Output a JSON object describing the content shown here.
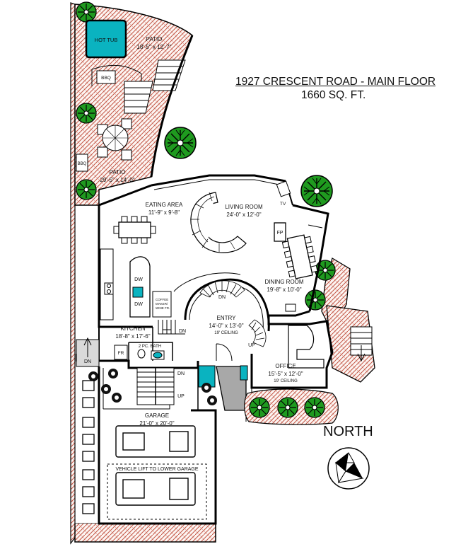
{
  "header": {
    "title": "1927 CRESCENT ROAD - MAIN FLOOR",
    "area": "1660 SQ. FT."
  },
  "compass": {
    "label": "NORTH"
  },
  "rooms": {
    "patio_upper": {
      "name": "PATIO",
      "dims": "18'-5\" x 12'-7\""
    },
    "patio_lower": {
      "name": "PATIO",
      "dims": "29'-5\" x 14'-0\""
    },
    "eating": {
      "name": "EATING AREA",
      "dims": "11'-9\" x 9'-8\""
    },
    "living": {
      "name": "LIVING ROOM",
      "dims": "24'-0\" x 12'-0\""
    },
    "dining": {
      "name": "DINING ROOM",
      "dims": "19'-8\" x 10'-0\""
    },
    "entry": {
      "name": "ENTRY",
      "dims": "14'-0\" x 13'-0\"",
      "note": "19' CEILING"
    },
    "kitchen": {
      "name": "KITCHEN",
      "dims": "18'-8\" x 17'-6\""
    },
    "office": {
      "name": "OFFICE",
      "dims": "15'-5\" x 12'-0\"",
      "note": "19' CEILING"
    },
    "garage": {
      "name": "GARAGE",
      "dims": "21'-0\" x 20'-0\"",
      "note": "VEHICLE LIFT TO LOWER GARAGE"
    }
  },
  "fixtures": {
    "hot_tub": "HOT TUB",
    "bbq_upper": "BBQ",
    "bbq_lower": "BBQ",
    "tv": "TV",
    "fp": "FP",
    "dw1": "DW",
    "dw2": "DW",
    "coffee": [
      "COFFEE",
      "MAKER/",
      "WINE FR."
    ],
    "fr": "FR",
    "bath": "2 PC. BATH",
    "stair_dn": "DN",
    "stair_up": "UP"
  },
  "colors": {
    "brick": "#c45a4a",
    "brick_bg": "#fdf6f3",
    "water": "#0ab3c0",
    "tree": "#1f9a1f",
    "slab": "#a8a8a8",
    "wall": "#111111"
  }
}
